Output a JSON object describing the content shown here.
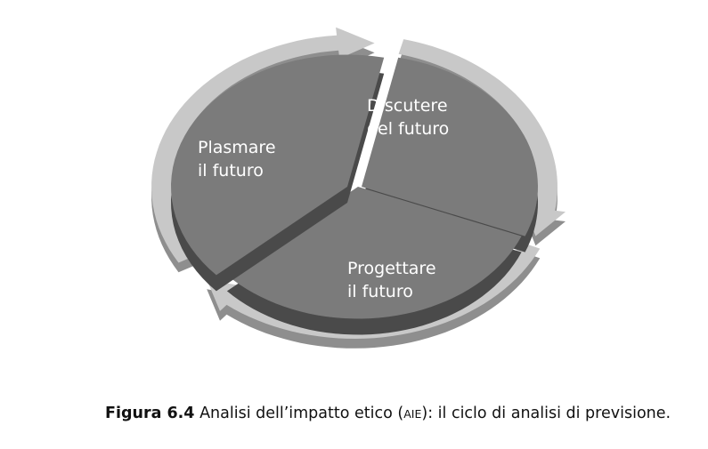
{
  "segments": [
    {
      "line1": "Discutere",
      "line2": "del futuro"
    },
    {
      "line1": "Progettare",
      "line2": "il futuro"
    },
    {
      "line1": "Plasmare",
      "line2": "il futuro"
    }
  ],
  "caption": {
    "figure_number": "Figura 6.4",
    "text_before": "Analisi dell’impatto etico (",
    "acronym": "AIE",
    "text_after": "): il ciclo di analisi di previsione."
  },
  "colors": {
    "segment_fill": "#7b7b7b",
    "segment_side": "#4a4a4a",
    "arrow_fill": "#c8c8c8",
    "arrow_side": "#8e8e8e",
    "label_text": "#ffffff"
  }
}
